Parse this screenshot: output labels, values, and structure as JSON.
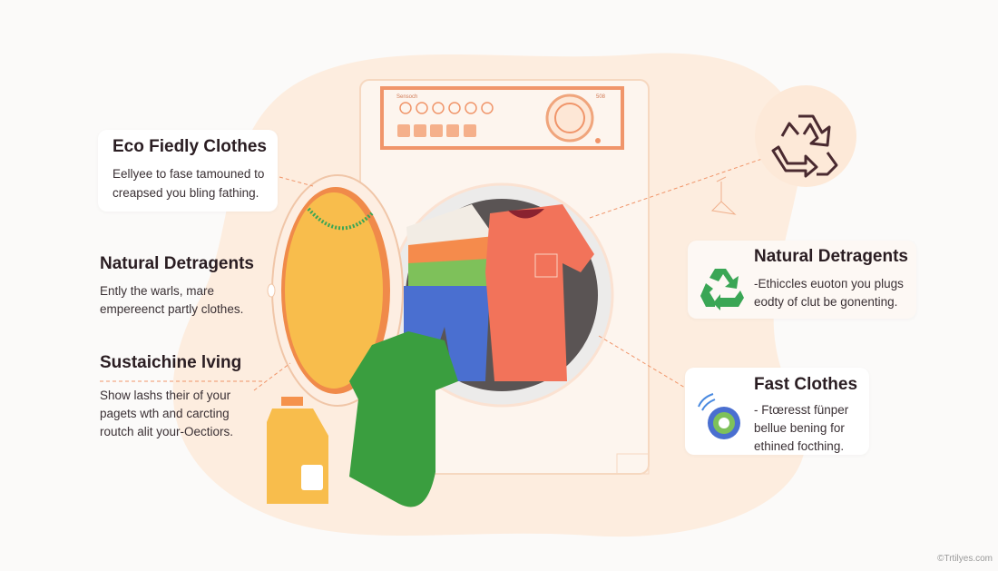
{
  "left_sections": [
    {
      "title": "Eco Fiedly Clothes",
      "lines": [
        "Eellyee to fase tamouned to",
        "creapsed you bling fathing."
      ]
    },
    {
      "title": "Natural Detragents",
      "lines": [
        "Ently the warls, mare",
        "empereenct partly clothes."
      ]
    },
    {
      "title": "Sustaichine lving",
      "lines": [
        "Show lashs their of your",
        "pagets wth and carcting",
        "routch alit your-Oectiors."
      ]
    }
  ],
  "right_sections": [
    {
      "title": "Natural Detragents",
      "icon": "recycle-icon",
      "lines": [
        "-Ethiccles euotoп you plugs",
        "eodty of clut be gonenting."
      ]
    },
    {
      "title": "Fast Clothes",
      "icon": "eco-globe-icon",
      "lines": [
        "- Ftœresst fünper",
        "bellue bening for",
        "ethined focthing."
      ]
    }
  ],
  "machine_panel": {
    "left_label": "Sensoch",
    "right_label": "508"
  },
  "watermark": "©Trtilyes.com",
  "colors": {
    "accent": "#f0956a",
    "peach": "#fde9d8",
    "green": "#3aa655",
    "yellow": "#f8bd4c",
    "red": "#f2735a",
    "blue": "#4a6fd0"
  }
}
